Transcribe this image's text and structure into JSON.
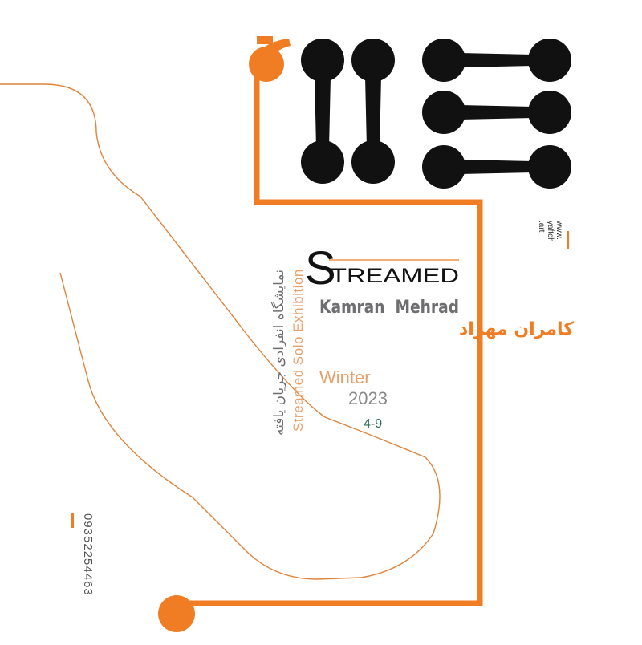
{
  "colors": {
    "accent": "#F07D23",
    "ink": "#111111",
    "gray": "#6E6E70",
    "green": "#2F6B57",
    "thin_line": "#E0833A"
  },
  "title": {
    "first_letter": "S",
    "rest": "TREAMED"
  },
  "artist": {
    "name_en": "Kamran  Mehrad",
    "name_fa": "کامران مهراد"
  },
  "date": {
    "season": "Winter",
    "year": "2023",
    "days": "4-9"
  },
  "vertical": {
    "fa": "نمایشگاه انفرادی جریان یافته",
    "en": "Streamed Solo Exhibition"
  },
  "publisher": {
    "line1": "www.",
    "line2": "yaftch",
    "line3": ".art"
  },
  "phone": "09352254463",
  "logo": {
    "glyph_count": 5,
    "description_icon": "dumbbell-glyph-icon"
  }
}
